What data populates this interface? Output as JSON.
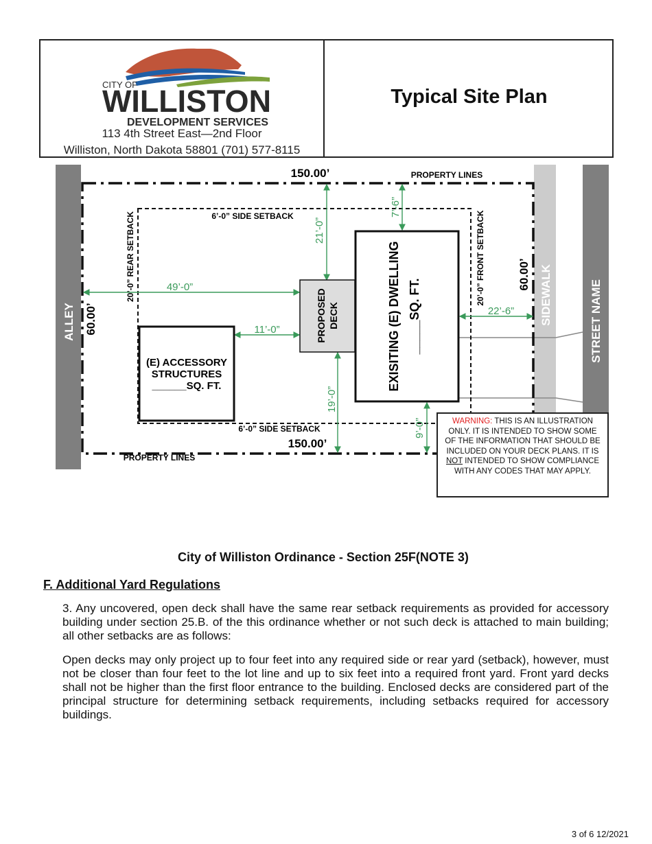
{
  "header": {
    "logo": {
      "city_of": "CITY OF",
      "name": "WILLISTON",
      "department": "DEVELOPMENT SERVICES",
      "colors": {
        "hill": "#c0553a",
        "wave_blue": "#1f5fa6",
        "wave_green": "#7da23c",
        "text": "#2a2a2a"
      }
    },
    "address_line1": "113 4th Street East—2nd Floor",
    "address_line2": "Williston, North Dakota 58801 (701) 577-8115",
    "title": "Typical Site Plan"
  },
  "site_plan": {
    "colors": {
      "dimension": "#3a9a5a",
      "road": "#7f7f7f",
      "sidewalk": "#cccccc",
      "deck_fill": "#dddddd"
    },
    "alley_label": "ALLEY",
    "sidewalk_label": "SIDEWALK",
    "street_label": "STREET NAME",
    "property_lines_top": "PROPERTY LINES",
    "property_lines_bottom": "PROPERTY LINES",
    "width_top": "150.00’",
    "width_bottom": "150.00’",
    "depth_left": "60.00’",
    "depth_right": "60.00’",
    "side_setback_top": "6’-0” SIDE SETBACK",
    "side_setback_bottom": "6’-0” SIDE SETBACK",
    "rear_setback": "20’-0” REAR SETBACK",
    "front_setback": "20’-0” FRONT SETBACK",
    "dims": {
      "d_49": "49’-0”",
      "d_11": "11’-0”",
      "d_21": "21’-0”",
      "d_19": "19’-0”",
      "d_7_6": "7’-6”",
      "d_22_6": "22’-6”",
      "d_9": "9’-0”"
    },
    "deck_line1": "PROPOSED",
    "deck_line2": "DECK",
    "dwelling_line1": "EXISITING (E) DWELLING",
    "dwelling_line2": "_____SQ. FT.",
    "accessory_line1": "(E) ACCESSORY",
    "accessory_line2": "STRUCTURES",
    "accessory_line3": "______SQ. FT."
  },
  "warning": {
    "label": "WARNING:",
    "text1": " THIS IS AN ILLUSTRATION ONLY. IT IS INTENDED TO SHOW SOME OF THE INFORMATION THAT SHOULD BE INCLUDED ON YOUR DECK PLANS. IT IS ",
    "not": "NOT",
    "text2": " INTENDED TO SHOW COMPLIANCE WITH ANY CODES THAT MAY APPLY."
  },
  "ordinance": {
    "title": "City of Williston Ordinance - Section 25F(NOTE 3)",
    "heading": "F.  Additional Yard Regulations",
    "para1": "3.  Any uncovered, open deck shall have the same rear setback requirements as provided for accessory building under section 25.B. of the this ordinance whether or not such deck is attached to main building; all other setbacks are as follows:",
    "para2": "Open decks may only project up to four feet into any required side or rear yard (setback), however, must not be closer than four feet to the lot line and up to six feet into a required front yard. Front yard decks shall not be higher than the first floor entrance to the building. Enclosed decks are considered part of the principal structure for determining setback requirements, including setbacks required for accessory buildings."
  },
  "footer": {
    "page": "3 of 6  12/2021"
  }
}
